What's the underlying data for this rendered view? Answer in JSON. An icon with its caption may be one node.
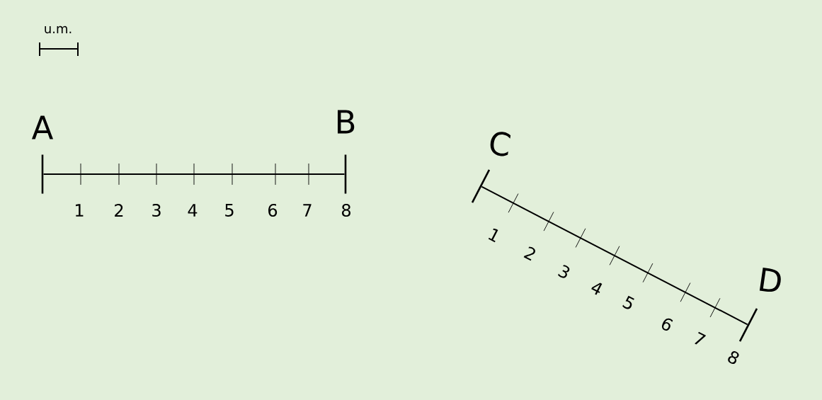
{
  "diagram": {
    "nodes": [
      {
        "text": [],
        "shape": "bar",
        "beside": [
          "A"
        ]
      },
      {
        "text": [],
        "shape": "bar",
        "beside": [
          "B"
        ]
      },
      {
        "text": [],
        "shape": "bar",
        "beside": [
          "C"
        ]
      },
      {
        "text": [],
        "shape": "bar",
        "beside": [
          "D"
        ]
      }
    ],
    "edges": [
      {
        "from": 0,
        "to": 1,
        "arrow": "none"
      },
      {
        "from": 2,
        "to": 3,
        "arrow": "none"
      }
    ],
    "labels": [
      "u.m.",
      "1",
      "2",
      "3",
      "4",
      "5",
      "6",
      "7",
      "8",
      "1",
      "2",
      "3",
      "4",
      "5",
      "6",
      "7",
      "8"
    ]
  }
}
